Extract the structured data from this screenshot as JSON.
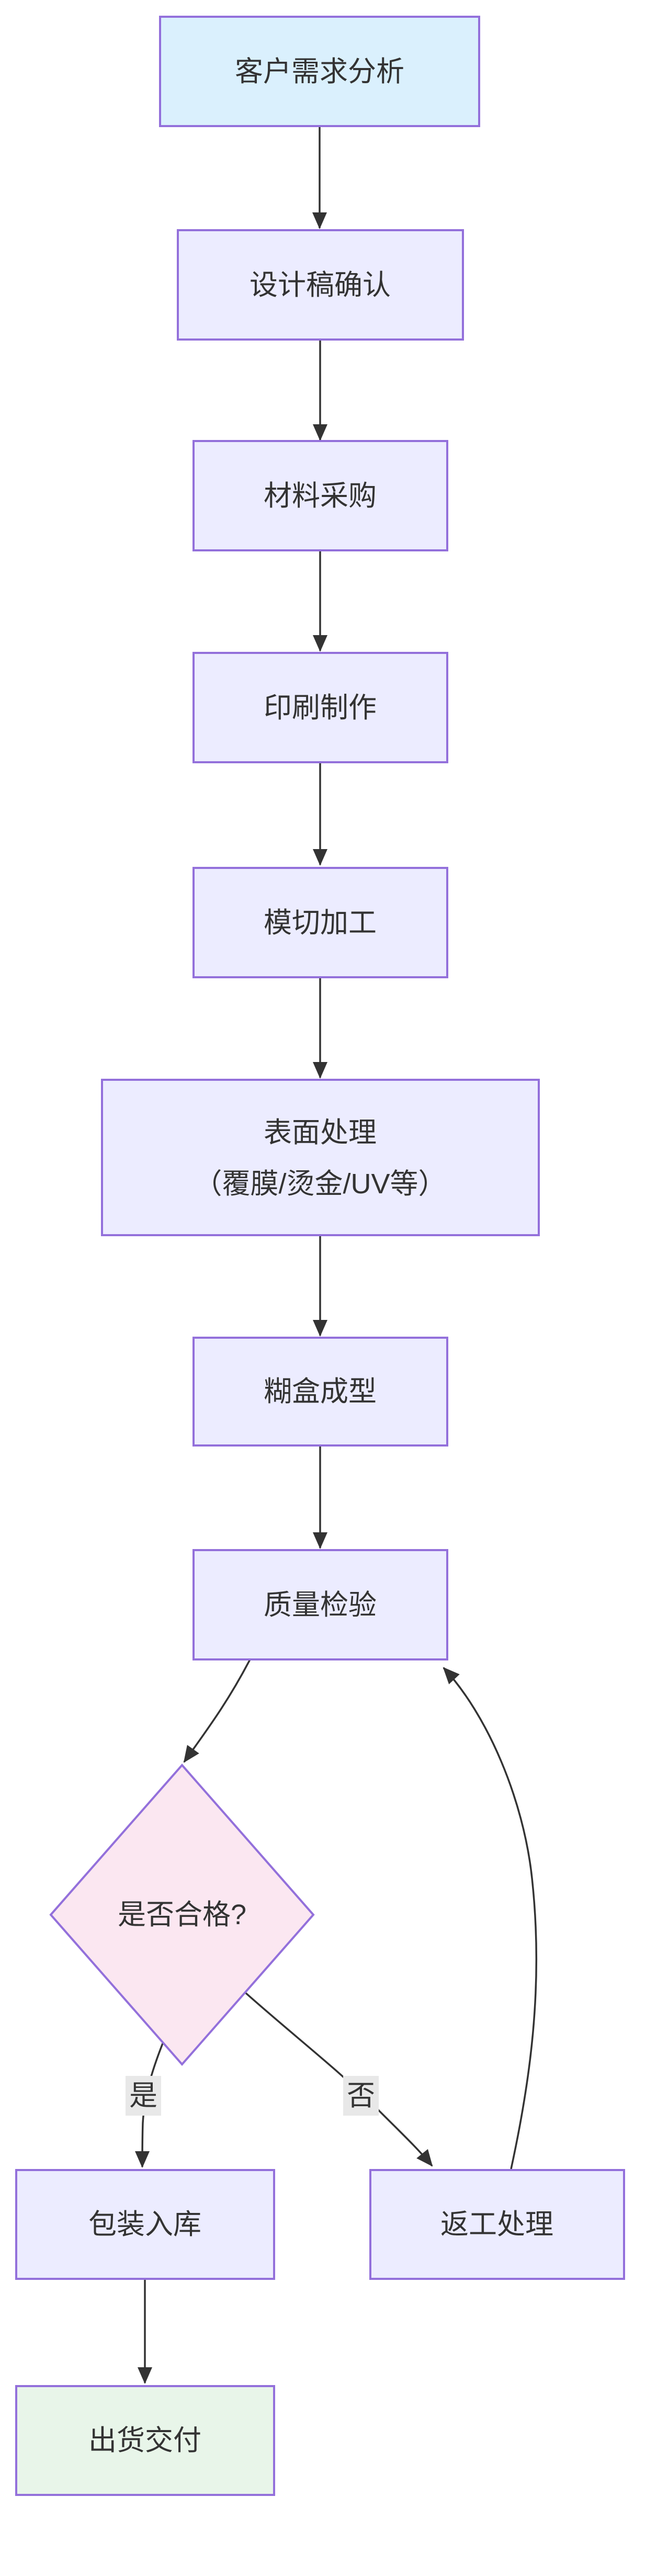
{
  "diagram": {
    "type": "flowchart",
    "direction": "top-down",
    "nodes": [
      {
        "id": "A",
        "label": "客户需求分析",
        "shape": "rectangle",
        "fill": "#DAF0FD",
        "role": "start"
      },
      {
        "id": "B",
        "label": "设计稿确认",
        "shape": "rectangle",
        "fill": "#ECECFF",
        "role": "process"
      },
      {
        "id": "C",
        "label": "材料采购",
        "shape": "rectangle",
        "fill": "#ECECFF",
        "role": "process"
      },
      {
        "id": "D",
        "label": "印刷制作",
        "shape": "rectangle",
        "fill": "#ECECFF",
        "role": "process"
      },
      {
        "id": "E",
        "label": "模切加工",
        "shape": "rectangle",
        "fill": "#ECECFF",
        "role": "process"
      },
      {
        "id": "F",
        "label": "表面处理（覆膜/烫金/UV等）",
        "label_lines": [
          "表面处理",
          "（覆膜/烫金/UV等）"
        ],
        "shape": "rectangle",
        "fill": "#ECECFF",
        "role": "process"
      },
      {
        "id": "G",
        "label": "糊盒成型",
        "shape": "rectangle",
        "fill": "#ECECFF",
        "role": "process"
      },
      {
        "id": "H",
        "label": "质量检验",
        "shape": "rectangle",
        "fill": "#ECECFF",
        "role": "process"
      },
      {
        "id": "I",
        "label": "是否合格?",
        "shape": "diamond",
        "fill": "#FBE7F1",
        "role": "decision"
      },
      {
        "id": "J",
        "label": "包装入库",
        "shape": "rectangle",
        "fill": "#ECECFF",
        "role": "process"
      },
      {
        "id": "K",
        "label": "返工处理",
        "shape": "rectangle",
        "fill": "#ECECFF",
        "role": "process"
      },
      {
        "id": "L",
        "label": "出货交付",
        "shape": "rectangle",
        "fill": "#E8F5E9",
        "role": "end"
      }
    ],
    "edges": [
      {
        "from": "A",
        "to": "B",
        "label": ""
      },
      {
        "from": "B",
        "to": "C",
        "label": ""
      },
      {
        "from": "C",
        "to": "D",
        "label": ""
      },
      {
        "from": "D",
        "to": "E",
        "label": ""
      },
      {
        "from": "E",
        "to": "F",
        "label": ""
      },
      {
        "from": "F",
        "to": "G",
        "label": ""
      },
      {
        "from": "G",
        "to": "H",
        "label": ""
      },
      {
        "from": "H",
        "to": "I",
        "label": ""
      },
      {
        "from": "I",
        "to": "J",
        "label": "是"
      },
      {
        "from": "I",
        "to": "K",
        "label": "否"
      },
      {
        "from": "K",
        "to": "H",
        "label": ""
      },
      {
        "from": "J",
        "to": "L",
        "label": ""
      }
    ]
  },
  "colors": {
    "node_default_fill": "#ECECFF",
    "node_border": "#9370DB",
    "start_node_fill": "#DAF0FD",
    "decision_fill": "#FBE7F1",
    "end_node_fill": "#E8F5E9",
    "edge_color": "#333333",
    "text_color": "#333333",
    "edge_label_bg": "#E8E8E8"
  }
}
